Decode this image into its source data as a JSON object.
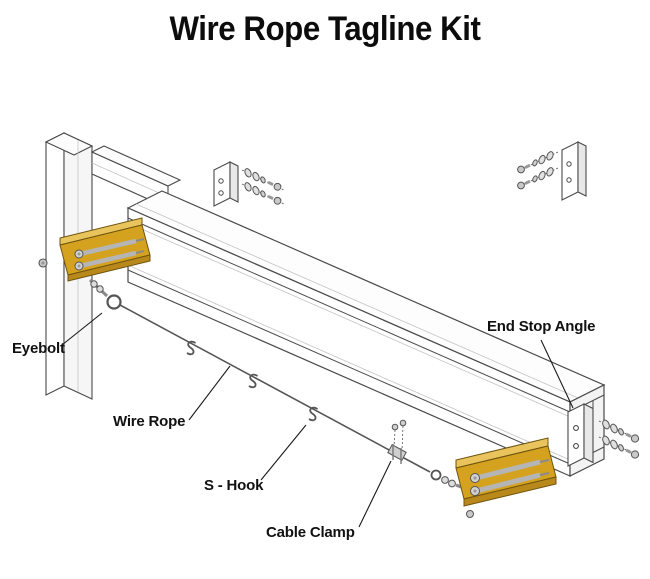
{
  "title": "Wire Rope Tagline Kit",
  "labels": {
    "eyebolt": "Eyebolt",
    "wire_rope": "Wire Rope",
    "s_hook": "S - Hook",
    "cable_clamp": "Cable Clamp",
    "end_stop_angle": "End Stop Angle"
  },
  "colors": {
    "background": "#ffffff",
    "line_work": "#4a4a4a",
    "clamp_gold": "#d4a21f",
    "clamp_gold_highlight": "#e9c45c",
    "clamp_gold_shadow": "#b8891a",
    "hardware_gray": "#c9c9c9",
    "rope_gray": "#555555",
    "label_text": "#111111"
  }
}
